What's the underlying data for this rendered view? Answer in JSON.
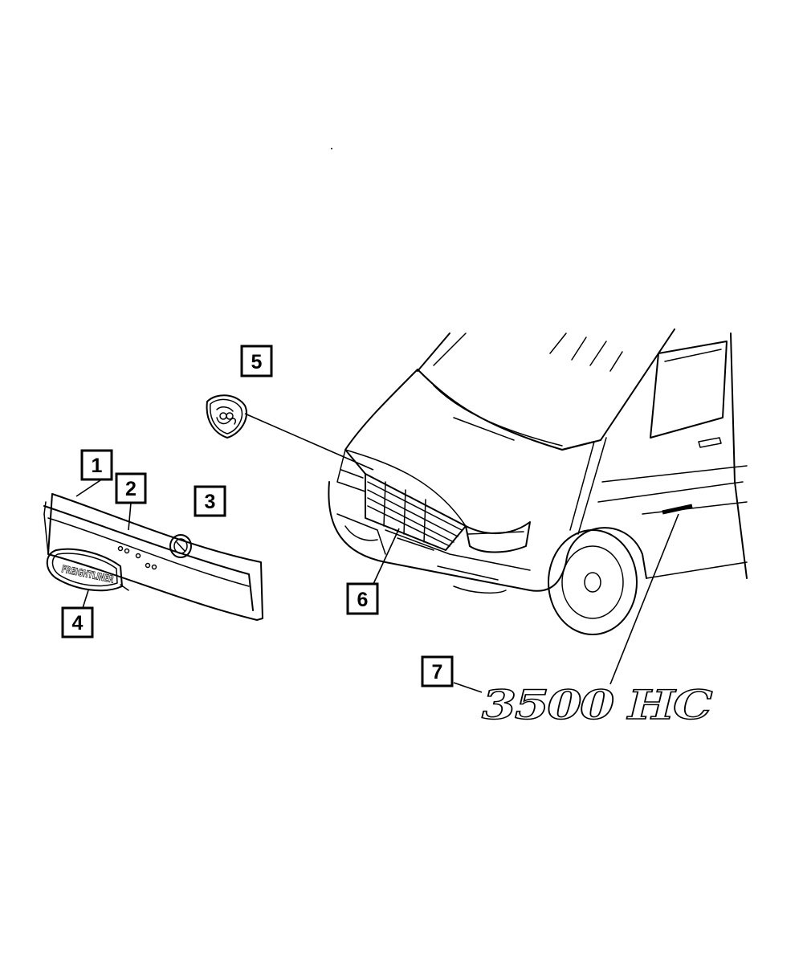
{
  "callouts": [
    {
      "label": "1"
    },
    {
      "label": "2"
    },
    {
      "label": "3"
    },
    {
      "label": "4"
    },
    {
      "label": "5"
    },
    {
      "label": "6"
    },
    {
      "label": "7"
    }
  ],
  "emblems": {
    "nameplate_text": "FREIGHTLINER",
    "model_badge_text": "3500 HC"
  }
}
